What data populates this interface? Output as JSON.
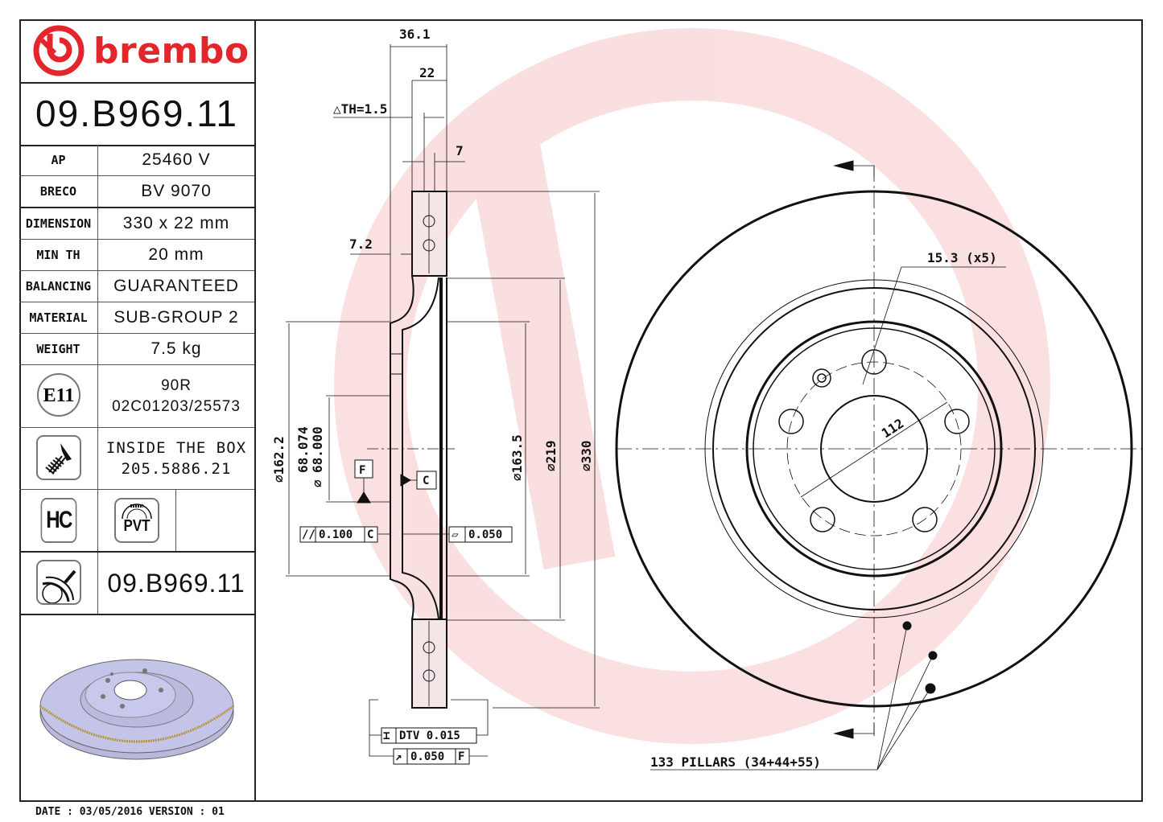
{
  "brand": {
    "name": "brembo",
    "color": "#e3262c"
  },
  "part_number": "09.B969.11",
  "specs": [
    {
      "key": "AP",
      "value": "25460 V"
    },
    {
      "key": "BRECO",
      "value": "BV 9070"
    },
    {
      "key": "DIMENSION",
      "value": "330 x 22 mm"
    },
    {
      "key": "MIN TH",
      "value": "20 mm"
    },
    {
      "key": "BALANCING",
      "value": "GUARANTEED"
    },
    {
      "key": "MATERIAL",
      "value": "SUB-GROUP 2"
    },
    {
      "key": "WEIGHT",
      "value": "7.5 kg"
    }
  ],
  "homologation": {
    "badge": "E11",
    "line1": "90R",
    "line2": "02C01203/25573"
  },
  "screw": {
    "line1": "INSIDE THE BOX",
    "line2": "205.5886.21"
  },
  "badges": {
    "hc": "HC",
    "pvt": "PVT"
  },
  "marking": {
    "part_number": "09.B969.11"
  },
  "footer": {
    "date_label": "DATE : 03/05/2016 VERSION : 01"
  },
  "drawing": {
    "dims": {
      "overall_width": "36.1",
      "thickness": "22",
      "delta_th": "△TH=1.5",
      "vane_gap": "7",
      "hat_offset": "7.2",
      "dia_162": "⌀162.2",
      "dia_68_upper": "68.074",
      "dia_68_lower": "68.000",
      "dia_68_sym": "⌀",
      "dia_163": "⌀163.5",
      "dia_219": "⌀219",
      "dia_330": "⌀330",
      "bolt_hole": "15.3 (x5)",
      "pcd": "112",
      "pillars": "133 PILLARS (34+44+55)"
    },
    "datums": {
      "f": "F",
      "c": "C"
    },
    "tolerances": {
      "parallelism": {
        "symbol": "//",
        "value": "0.100",
        "datum": "C"
      },
      "flatness": {
        "symbol": "▱",
        "value": "0.050"
      },
      "dtv": {
        "symbol": "⌶",
        "value": "DTV 0.015"
      },
      "runout": {
        "symbol": "↗",
        "value": "0.050",
        "datum": "F"
      }
    }
  }
}
